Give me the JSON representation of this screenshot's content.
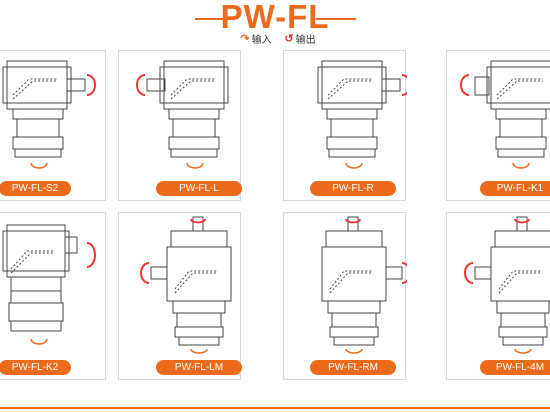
{
  "header": {
    "title": "PW-FL",
    "accent_color": "#ec6a1c"
  },
  "legend": {
    "input_label": "输入",
    "output_label": "输出",
    "input_icon": "input-rotation-arrow-icon",
    "output_icon": "output-rotation-arrow-icon"
  },
  "models": [
    {
      "label": "PW-FL-S2"
    },
    {
      "label": "PW-FL-L"
    },
    {
      "label": "PW-FL-R"
    },
    {
      "label": "PW-FL-K1"
    },
    {
      "label": "PW-FL-K2"
    },
    {
      "label": "PW-FL-LM"
    },
    {
      "label": "PW-FL-RM"
    },
    {
      "label": "PW-FL-4M"
    }
  ]
}
